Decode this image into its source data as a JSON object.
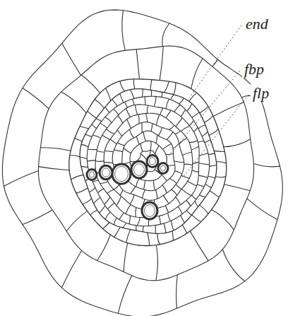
{
  "diagram": {
    "labels": [
      "end",
      "fbp",
      "flp"
    ]
  }
}
